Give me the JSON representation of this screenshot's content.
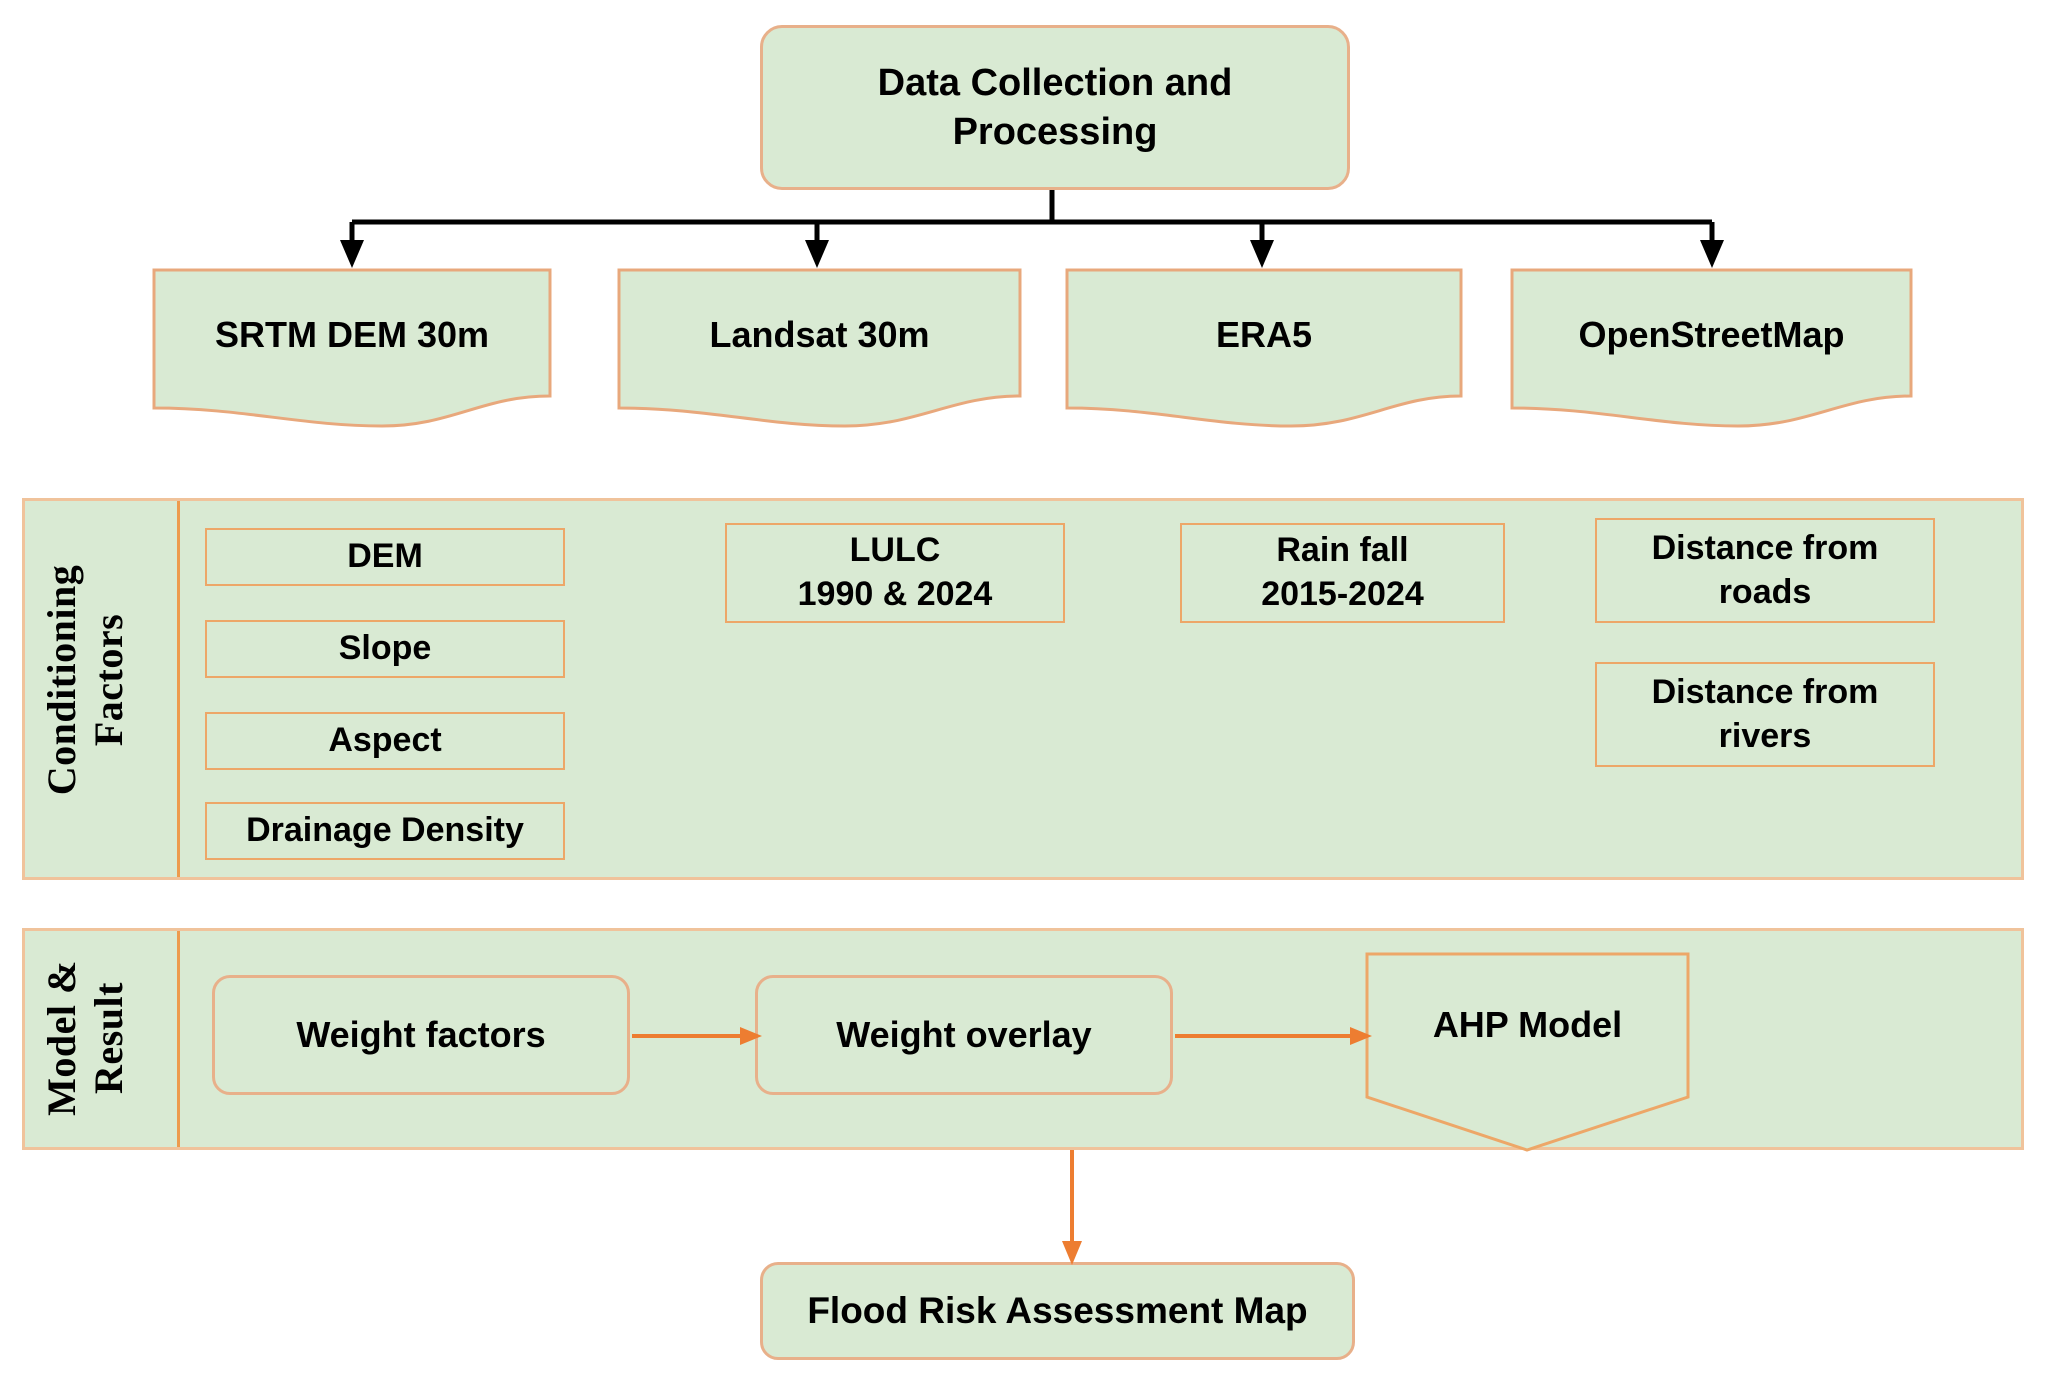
{
  "diagram": {
    "title_node": {
      "label": "Data Collection and\nProcessing"
    },
    "data_sources": {
      "section_name": "data-sources",
      "items": [
        {
          "label": "SRTM DEM 30m"
        },
        {
          "label": "Landsat 30m"
        },
        {
          "label": "ERA5"
        },
        {
          "label": "OpenStreetMap"
        }
      ]
    },
    "conditioning_factors": {
      "section_label": "Conditioning\nFactors",
      "column_one": [
        {
          "label": "DEM"
        },
        {
          "label": "Slope"
        },
        {
          "label": "Aspect"
        },
        {
          "label": "Drainage Density"
        }
      ],
      "column_two": [
        {
          "label": "LULC\n1990 & 2024"
        }
      ],
      "column_three": [
        {
          "label": "Rain fall\n2015-2024"
        }
      ],
      "column_four": [
        {
          "label": "Distance from\nroads"
        },
        {
          "label": "Distance from\nrivers"
        }
      ]
    },
    "model_and_result": {
      "section_label": "Model &\nResult",
      "steps": [
        {
          "label": "Weight factors"
        },
        {
          "label": "Weight overlay"
        },
        {
          "label": "AHP Model"
        }
      ]
    },
    "output_node": {
      "label": "Flood Risk Assessment Map"
    },
    "colors": {
      "node_fill": "#d9ead3",
      "node_border_orange": "#eda768",
      "node_border_tan": "#e8b08a",
      "panel_border": "#f0c39b",
      "divider": "#ed9b4e",
      "arrow_black": "#000000",
      "arrow_orange": "#ed7d31",
      "text": "#000000",
      "background": "#ffffff"
    }
  }
}
